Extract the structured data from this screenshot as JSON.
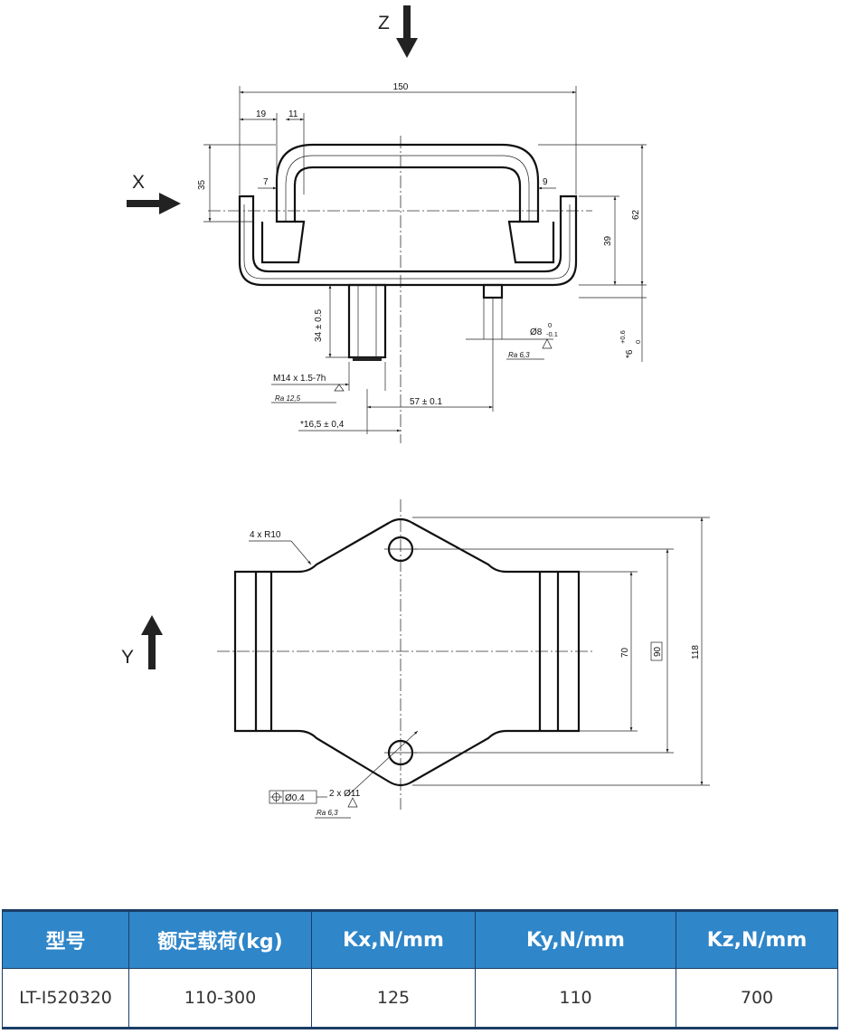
{
  "drawing": {
    "axis_labels": {
      "z": "Z",
      "x": "X",
      "y": "Y"
    },
    "front_view": {
      "dim_150": "150",
      "dim_19": "19",
      "dim_11": "11",
      "dim_35": "35",
      "dim_7": "7",
      "dim_9": "9",
      "dim_62": "62",
      "dim_39": "39",
      "dim_34": "34 ± 0.5",
      "dim_d8": "Ø8",
      "dim_d8_tol_upper": "0",
      "dim_d8_tol_lower": "-0.1",
      "dim_6": "*6",
      "dim_6_tol_upper": "+0.6",
      "dim_6_tol_lower": "0",
      "thread": "M14 x 1.5-7h",
      "ra_thread": "Ra 12,5",
      "ra_pin": "Ra 6,3",
      "dim_57": "57 ± 0.1",
      "dim_16_5": "*16,5 ± 0,4"
    },
    "top_view": {
      "radius_note": "4 x R10",
      "dim_70": "70",
      "dim_90": "90",
      "dim_118": "118",
      "holes": "2 x Ø11",
      "position_tol": "Ø0.4",
      "ra_holes": "Ra 6,3"
    }
  },
  "table": {
    "headers": [
      "型号",
      "额定载荷(kg)",
      "Kx,N/mm",
      "Ky,N/mm",
      "Kz,N/mm"
    ],
    "rows": [
      [
        "LT-I520320",
        "110-300",
        "125",
        "110",
        "700"
      ]
    ],
    "header_color": "#2f86c9",
    "border_color": "#1a3e66"
  }
}
